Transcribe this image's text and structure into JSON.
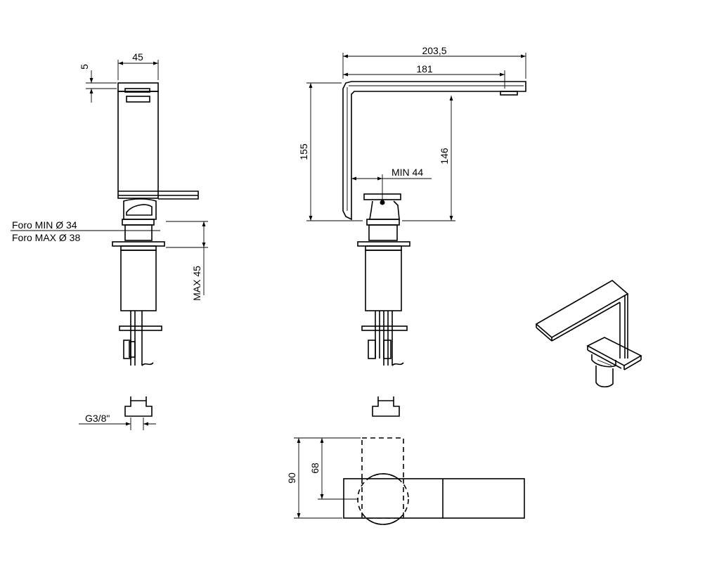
{
  "dimensions": {
    "top_width": "45",
    "top_thickness": "5",
    "hole_min": "Foro MIN Ø 34",
    "hole_max": "Foro MAX Ø 38",
    "max_thickness": "MAX 45",
    "connection": "G3/8\"",
    "overall_length": "203,5",
    "spout_reach": "181",
    "overall_height": "155",
    "spout_height": "146",
    "min_clearance": "MIN  44",
    "plan_depth_total": "90",
    "plan_depth_center": "68"
  },
  "views": [
    "front-view",
    "side-view",
    "plan-view",
    "isometric-view",
    "connector-detail"
  ]
}
